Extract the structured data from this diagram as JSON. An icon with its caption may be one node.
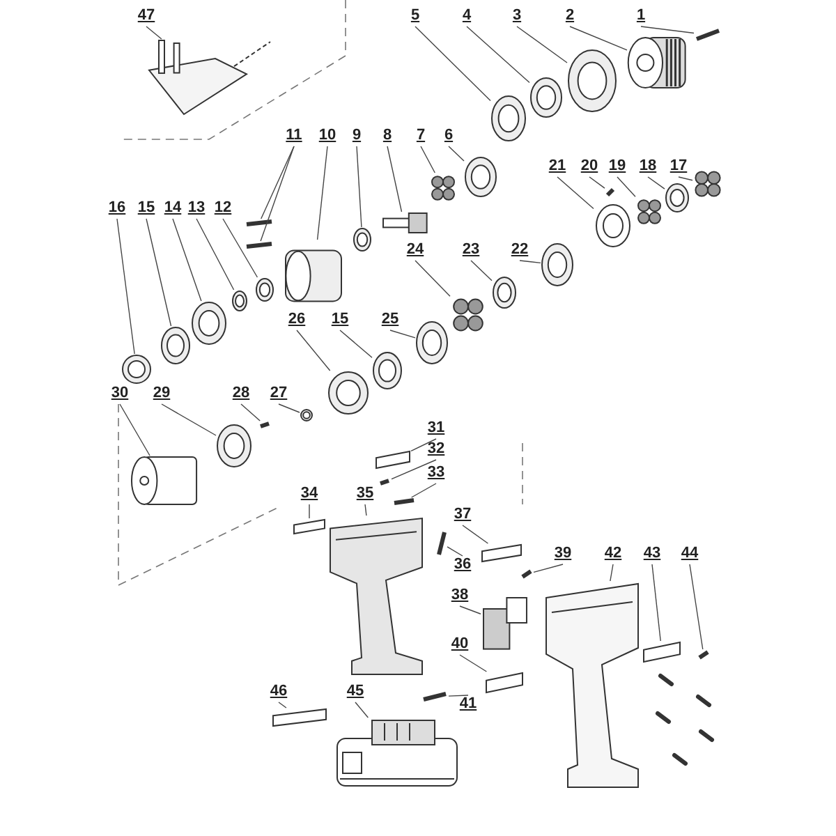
{
  "diagram": {
    "nodes": [
      {
        "text": [
          "47"
        ]
      },
      {
        "text": [
          "5"
        ]
      },
      {
        "text": [
          "4"
        ]
      },
      {
        "text": [
          "3"
        ]
      },
      {
        "text": [
          "2"
        ]
      },
      {
        "text": [
          "1"
        ]
      },
      {
        "text": [
          "11"
        ]
      },
      {
        "text": [
          "10"
        ]
      },
      {
        "text": [
          "9"
        ]
      },
      {
        "text": [
          "8"
        ]
      },
      {
        "text": [
          "7"
        ]
      },
      {
        "text": [
          "6"
        ]
      },
      {
        "text": [
          "21"
        ]
      },
      {
        "text": [
          "20"
        ]
      },
      {
        "text": [
          "19"
        ]
      },
      {
        "text": [
          "18"
        ]
      },
      {
        "text": [
          "17"
        ]
      },
      {
        "text": [
          "16"
        ]
      },
      {
        "text": [
          "15"
        ]
      },
      {
        "text": [
          "14"
        ]
      },
      {
        "text": [
          "13"
        ]
      },
      {
        "text": [
          "12"
        ]
      },
      {
        "text": [
          "24"
        ]
      },
      {
        "text": [
          "23"
        ]
      },
      {
        "text": [
          "22"
        ]
      },
      {
        "text": [
          "26"
        ]
      },
      {
        "text": [
          "15"
        ]
      },
      {
        "text": [
          "25"
        ]
      },
      {
        "text": [
          "30"
        ]
      },
      {
        "text": [
          "29"
        ]
      },
      {
        "text": [
          "28"
        ]
      },
      {
        "text": [
          "27"
        ]
      },
      {
        "text": [
          "31"
        ]
      },
      {
        "text": [
          "32"
        ]
      },
      {
        "text": [
          "33"
        ]
      },
      {
        "text": [
          "34"
        ]
      },
      {
        "text": [
          "35"
        ]
      },
      {
        "text": [
          "37"
        ]
      },
      {
        "text": [
          "39"
        ]
      },
      {
        "text": [
          "42"
        ]
      },
      {
        "text": [
          "43"
        ]
      },
      {
        "text": [
          "44"
        ]
      },
      {
        "text": [
          "36"
        ]
      },
      {
        "text": [
          "38"
        ]
      },
      {
        "text": [
          "40"
        ]
      },
      {
        "text": [
          "41"
        ]
      },
      {
        "text": [
          "46"
        ]
      },
      {
        "text": [
          "45"
        ]
      },
      {
        "text": [],
        "shape": "picture"
      },
      {
        "text": [],
        "shape": "circle"
      },
      {
        "text": [],
        "shape": "circle"
      },
      {
        "text": [],
        "shape": "circle"
      },
      {
        "text": [],
        "shape": "picture"
      },
      {
        "text": [],
        "shape": "bar"
      },
      {
        "text": [],
        "shape": "bar"
      },
      {
        "text": [],
        "shape": "bar"
      },
      {
        "text": [],
        "shape": "picture"
      },
      {
        "text": [],
        "shape": "circle"
      },
      {
        "text": [],
        "shape": "picture"
      },
      {
        "text": [],
        "shape": "picture"
      },
      {
        "text": [],
        "shape": "circle"
      },
      {
        "text": [],
        "shape": "picture"
      },
      {
        "text": [],
        "shape": "bar"
      },
      {
        "text": [],
        "shape": "picture"
      },
      {
        "text": [],
        "shape": "circle"
      },
      {
        "text": [],
        "shape": "picture"
      },
      {
        "text": [],
        "shape": "circle"
      },
      {
        "text": [],
        "shape": "circle"
      },
      {
        "text": [],
        "shape": "circle"
      },
      {
        "text": [],
        "shape": "circle"
      },
      {
        "text": [],
        "shape": "circle"
      },
      {
        "text": [],
        "shape": "picture"
      },
      {
        "text": [],
        "shape": "circle"
      },
      {
        "text": [],
        "shape": "circle"
      },
      {
        "text": [],
        "shape": "circle"
      },
      {
        "text": [],
        "shape": "circle"
      },
      {
        "text": [],
        "shape": "circle"
      },
      {
        "text": [],
        "shape": "cylinder"
      },
      {
        "text": [],
        "shape": "circle"
      },
      {
        "text": [],
        "shape": "bar"
      },
      {
        "text": [],
        "shape": "circle"
      },
      {
        "text": [],
        "shape": "box"
      },
      {
        "text": [],
        "shape": "bar"
      },
      {
        "text": [],
        "shape": "bar"
      },
      {
        "text": [],
        "shape": "box"
      },
      {
        "text": [],
        "shape": "picture"
      },
      {
        "text": [],
        "shape": "box"
      },
      {
        "text": [],
        "shape": "bar"
      },
      {
        "text": [],
        "shape": "picture"
      },
      {
        "text": [],
        "shape": "box"
      },
      {
        "text": [],
        "shape": "bar"
      },
      {
        "text": [],
        "shape": "bar"
      },
      {
        "text": [],
        "shape": "picture"
      },
      {
        "text": [],
        "shape": "box"
      },
      {
        "text": [],
        "shape": "bar"
      },
      {
        "text": [],
        "shape": "box"
      },
      {
        "text": [],
        "shape": "picture"
      }
    ],
    "edges": [
      {
        "from": 0,
        "to": 48,
        "arrow": "none"
      },
      {
        "from": 1,
        "to": 49,
        "arrow": "none"
      },
      {
        "from": 2,
        "to": 50,
        "arrow": "none"
      },
      {
        "from": 3,
        "to": 51,
        "arrow": "none"
      },
      {
        "from": 4,
        "to": 52,
        "arrow": "none"
      },
      {
        "from": 5,
        "to": 53,
        "arrow": "none"
      },
      {
        "from": 6,
        "to": 54,
        "arrow": "none"
      },
      {
        "from": 6,
        "to": 55,
        "arrow": "none"
      },
      {
        "from": 7,
        "to": 56,
        "arrow": "none"
      },
      {
        "from": 8,
        "to": 57,
        "arrow": "none"
      },
      {
        "from": 9,
        "to": 58,
        "arrow": "none"
      },
      {
        "from": 10,
        "to": 59,
        "arrow": "none"
      },
      {
        "from": 11,
        "to": 60,
        "arrow": "none"
      },
      {
        "from": 12,
        "to": 61,
        "arrow": "none"
      },
      {
        "from": 13,
        "to": 62,
        "arrow": "none"
      },
      {
        "from": 14,
        "to": 63,
        "arrow": "none"
      },
      {
        "from": 15,
        "to": 64,
        "arrow": "none"
      },
      {
        "from": 16,
        "to": 65,
        "arrow": "none"
      },
      {
        "from": 17,
        "to": 66,
        "arrow": "none"
      },
      {
        "from": 18,
        "to": 67,
        "arrow": "none"
      },
      {
        "from": 19,
        "to": 68,
        "arrow": "none"
      },
      {
        "from": 20,
        "to": 69,
        "arrow": "none"
      },
      {
        "from": 21,
        "to": 70,
        "arrow": "none"
      },
      {
        "from": 22,
        "to": 71,
        "arrow": "none"
      },
      {
        "from": 23,
        "to": 72,
        "arrow": "none"
      },
      {
        "from": 24,
        "to": 73,
        "arrow": "none"
      },
      {
        "from": 25,
        "to": 74,
        "arrow": "none"
      },
      {
        "from": 26,
        "to": 75,
        "arrow": "none"
      },
      {
        "from": 27,
        "to": 76,
        "arrow": "none"
      },
      {
        "from": 28,
        "to": 77,
        "arrow": "none"
      },
      {
        "from": 29,
        "to": 78,
        "arrow": "none"
      },
      {
        "from": 30,
        "to": 79,
        "arrow": "none"
      },
      {
        "from": 31,
        "to": 80,
        "arrow": "none"
      },
      {
        "from": 32,
        "to": 81,
        "arrow": "none"
      },
      {
        "from": 33,
        "to": 82,
        "arrow": "none"
      },
      {
        "from": 34,
        "to": 83,
        "arrow": "none"
      },
      {
        "from": 35,
        "to": 84,
        "arrow": "none"
      },
      {
        "from": 36,
        "to": 85,
        "arrow": "none"
      },
      {
        "from": 37,
        "to": 86,
        "arrow": "none"
      },
      {
        "from": 38,
        "to": 87,
        "arrow": "none"
      },
      {
        "from": 39,
        "to": 88,
        "arrow": "none"
      },
      {
        "from": 40,
        "to": 89,
        "arrow": "none"
      },
      {
        "from": 41,
        "to": 90,
        "arrow": "none"
      },
      {
        "from": 42,
        "to": 91,
        "arrow": "none"
      },
      {
        "from": 43,
        "to": 92,
        "arrow": "none"
      },
      {
        "from": 44,
        "to": 93,
        "arrow": "none"
      },
      {
        "from": 45,
        "to": 94,
        "arrow": "none"
      },
      {
        "from": 46,
        "to": 95,
        "arrow": "none"
      },
      {
        "from": 47,
        "to": 96,
        "arrow": "none"
      }
    ]
  }
}
